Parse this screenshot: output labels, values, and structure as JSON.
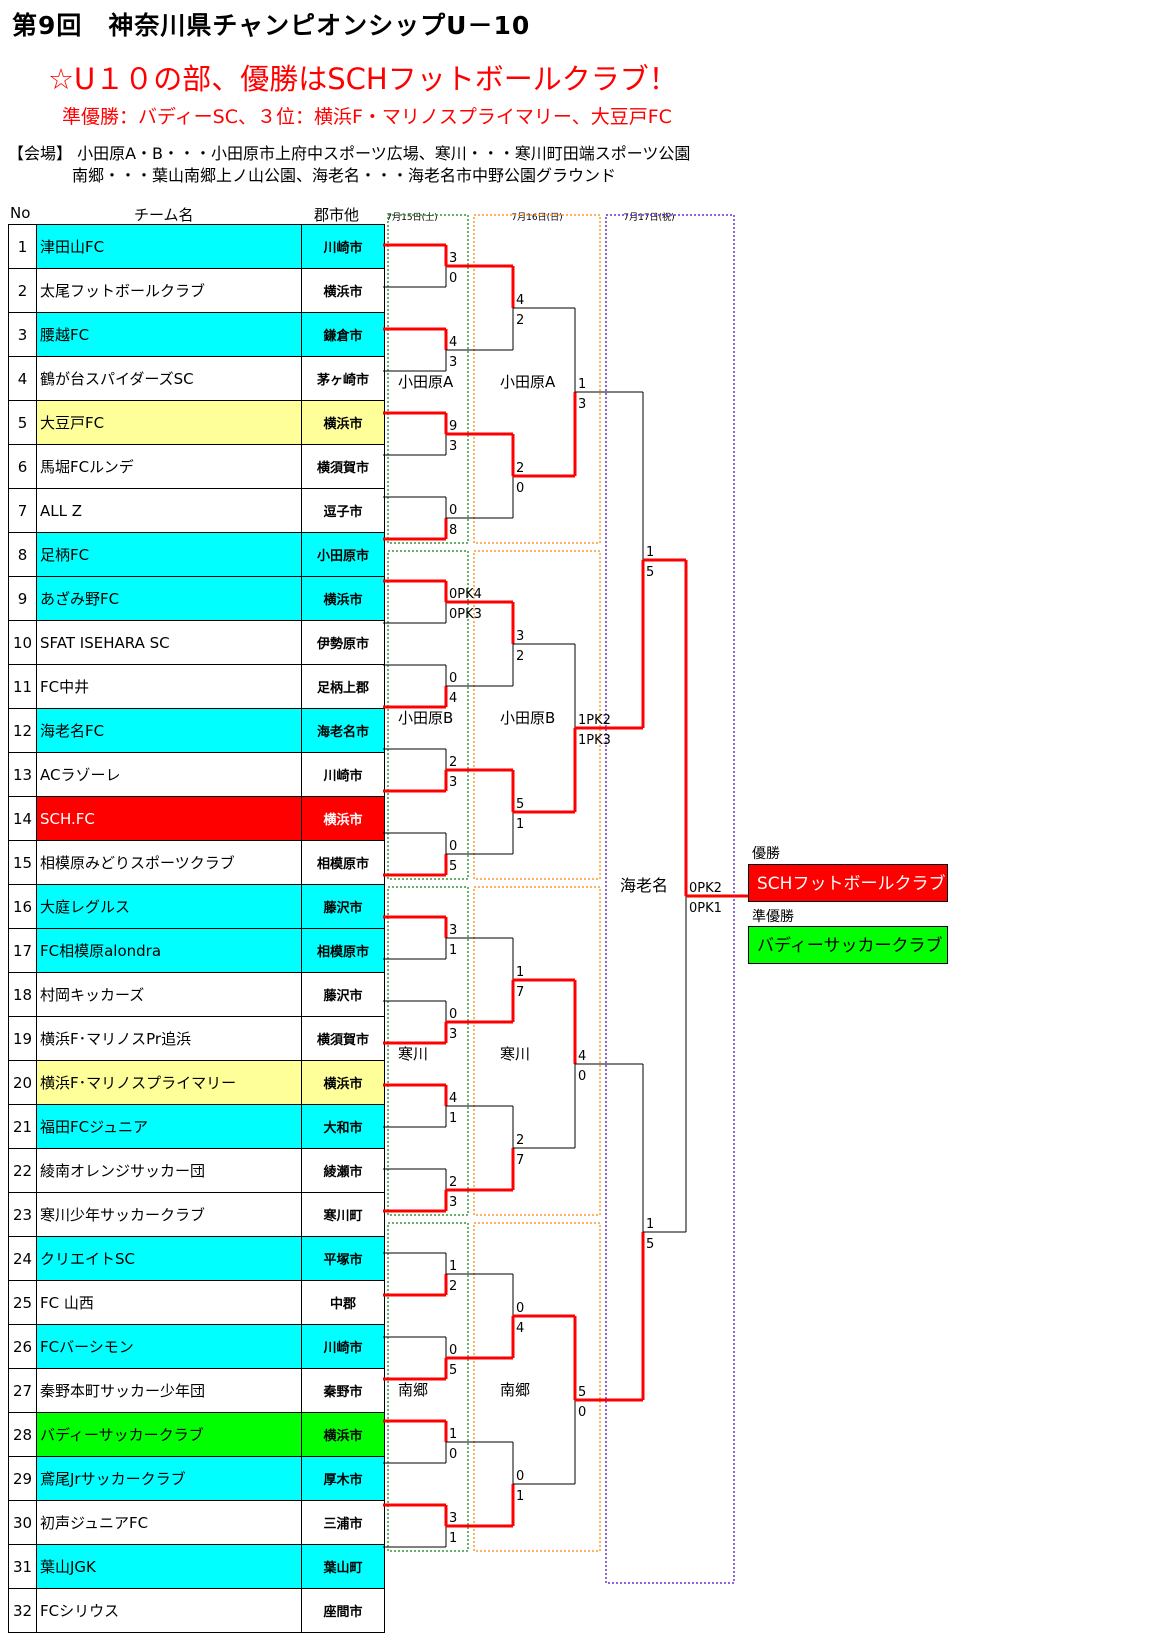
{
  "title": "第9回　神奈川県チャンピオンシップU－10",
  "headline": "☆U１０の部、優勝はSCHフットボールクラブ！",
  "subline": "準優勝：バディーSC、３位：横浜F・マリノスプライマリー、大豆戸FC",
  "venue_line1": "【会場】  小田原A・B・・・小田原市上府中スポーツ広場、寒川・・・寒川町田端スポーツ公園",
  "venue_line2": "南郷・・・葉山南郷上ノ山公園、海老名・・・海老名市中野公園グラウンド",
  "headers": {
    "no": "No",
    "team": "チーム名",
    "city": "郡市他"
  },
  "days": [
    "7月15日(土)",
    "7月16日(日)",
    "7月17日(祝)"
  ],
  "colors": {
    "cyan": "#00ffff",
    "yellow": "#ffff99",
    "red": "#ff0000",
    "green": "#00ff00",
    "white": "#ffffff",
    "line": "#ff0000"
  },
  "teams": [
    {
      "no": "1",
      "name": "津田山FC",
      "city": "川崎市",
      "color": "cyan"
    },
    {
      "no": "2",
      "name": "太尾フットボールクラブ",
      "city": "横浜市",
      "color": "white"
    },
    {
      "no": "3",
      "name": "腰越FC",
      "city": "鎌倉市",
      "color": "cyan"
    },
    {
      "no": "4",
      "name": "鶴が台スパイダーズSC",
      "city": "茅ヶ崎市",
      "color": "white"
    },
    {
      "no": "5",
      "name": "大豆戸FC",
      "city": "横浜市",
      "color": "yellow"
    },
    {
      "no": "6",
      "name": "馬堀FCルンデ",
      "city": "横須賀市",
      "color": "white"
    },
    {
      "no": "7",
      "name": "ALL Z",
      "city": "逗子市",
      "color": "white"
    },
    {
      "no": "8",
      "name": "足柄FC",
      "city": "小田原市",
      "color": "cyan"
    },
    {
      "no": "9",
      "name": "あざみ野FC",
      "city": "横浜市",
      "color": "cyan"
    },
    {
      "no": "10",
      "name": "SFAT ISEHARA SC",
      "city": "伊勢原市",
      "color": "white"
    },
    {
      "no": "11",
      "name": "FC中井",
      "city": "足柄上郡",
      "color": "white"
    },
    {
      "no": "12",
      "name": "海老名FC",
      "city": "海老名市",
      "color": "cyan"
    },
    {
      "no": "13",
      "name": "ACラゾーレ",
      "city": "川崎市",
      "color": "white"
    },
    {
      "no": "14",
      "name": "SCH.FC",
      "city": "横浜市",
      "color": "red"
    },
    {
      "no": "15",
      "name": "相模原みどりスポーツクラブ",
      "city": "相模原市",
      "color": "white"
    },
    {
      "no": "16",
      "name": "大庭レグルス",
      "city": "藤沢市",
      "color": "cyan"
    },
    {
      "no": "17",
      "name": "FC相模原alondra",
      "city": "相模原市",
      "color": "cyan"
    },
    {
      "no": "18",
      "name": "村岡キッカーズ",
      "city": "藤沢市",
      "color": "white"
    },
    {
      "no": "19",
      "name": "横浜F･マリノスPr追浜",
      "city": "横須賀市",
      "color": "white"
    },
    {
      "no": "20",
      "name": "横浜F･マリノスプライマリー",
      "city": "横浜市",
      "color": "yellow"
    },
    {
      "no": "21",
      "name": "福田FCジュニア",
      "city": "大和市",
      "color": "cyan"
    },
    {
      "no": "22",
      "name": "綾南オレンジサッカー団",
      "city": "綾瀬市",
      "color": "white"
    },
    {
      "no": "23",
      "name": "寒川少年サッカークラブ",
      "city": "寒川町",
      "color": "white"
    },
    {
      "no": "24",
      "name": "クリエイトSC",
      "city": "平塚市",
      "color": "cyan"
    },
    {
      "no": "25",
      "name": "FC 山西",
      "city": "中郡",
      "color": "white"
    },
    {
      "no": "26",
      "name": "FCバーシモン",
      "city": "川崎市",
      "color": "cyan"
    },
    {
      "no": "27",
      "name": "秦野本町サッカー少年団",
      "city": "秦野市",
      "color": "white"
    },
    {
      "no": "28",
      "name": "バディーサッカークラブ",
      "city": "横浜市",
      "color": "green"
    },
    {
      "no": "29",
      "name": "鳶尾Jrサッカークラブ",
      "city": "厚木市",
      "color": "cyan"
    },
    {
      "no": "30",
      "name": "初声ジュニアFC",
      "city": "三浦市",
      "color": "white"
    },
    {
      "no": "31",
      "name": "葉山JGK",
      "city": "葉山町",
      "color": "cyan"
    },
    {
      "no": "32",
      "name": "FCシリウス",
      "city": "座間市",
      "color": "white"
    }
  ],
  "r1_scores": [
    [
      "3",
      "0"
    ],
    [
      "4",
      "3"
    ],
    [
      "9",
      "3"
    ],
    [
      "0",
      "8"
    ],
    [
      "0PK4",
      "0PK3"
    ],
    [
      "0",
      "4"
    ],
    [
      "2",
      "3"
    ],
    [
      "0",
      "5"
    ],
    [
      "3",
      "1"
    ],
    [
      "0",
      "3"
    ],
    [
      "4",
      "1"
    ],
    [
      "2",
      "3"
    ],
    [
      "1",
      "2"
    ],
    [
      "0",
      "5"
    ],
    [
      "1",
      "0"
    ],
    [
      "3",
      "1"
    ]
  ],
  "r1_winners": [
    0,
    0,
    0,
    1,
    0,
    1,
    1,
    1,
    0,
    1,
    0,
    1,
    1,
    1,
    0,
    0
  ],
  "r2_scores": [
    [
      "4",
      "2"
    ],
    [
      "2",
      "0"
    ],
    [
      "3",
      "2"
    ],
    [
      "5",
      "1"
    ],
    [
      "1",
      "7"
    ],
    [
      "2",
      "7"
    ],
    [
      "0",
      "4"
    ],
    [
      "0",
      "1"
    ]
  ],
  "r2_winners": [
    0,
    0,
    0,
    0,
    1,
    1,
    1,
    1
  ],
  "r3_scores": [
    [
      "1",
      "3"
    ],
    [
      "1PK2",
      "1PK3"
    ],
    [
      "4",
      "0"
    ],
    [
      "5",
      "0"
    ]
  ],
  "r3_winners": [
    1,
    1,
    0,
    0
  ],
  "r4_scores": [
    [
      "1",
      "5"
    ],
    [
      "1",
      "5"
    ]
  ],
  "r4_winners": [
    1,
    1
  ],
  "final_score": [
    "0PK2",
    "0PK1"
  ],
  "venues": {
    "r1": [
      "小田原A",
      "小田原B",
      "寒川",
      "南郷"
    ],
    "r2": [
      "小田原A",
      "小田原B",
      "寒川",
      "南郷"
    ],
    "final": "海老名"
  },
  "result": {
    "champion_label": "優勝",
    "champion": "SCHフットボールクラブ",
    "runnerup_label": "準優勝",
    "runnerup": "バディーサッカークラブ"
  }
}
